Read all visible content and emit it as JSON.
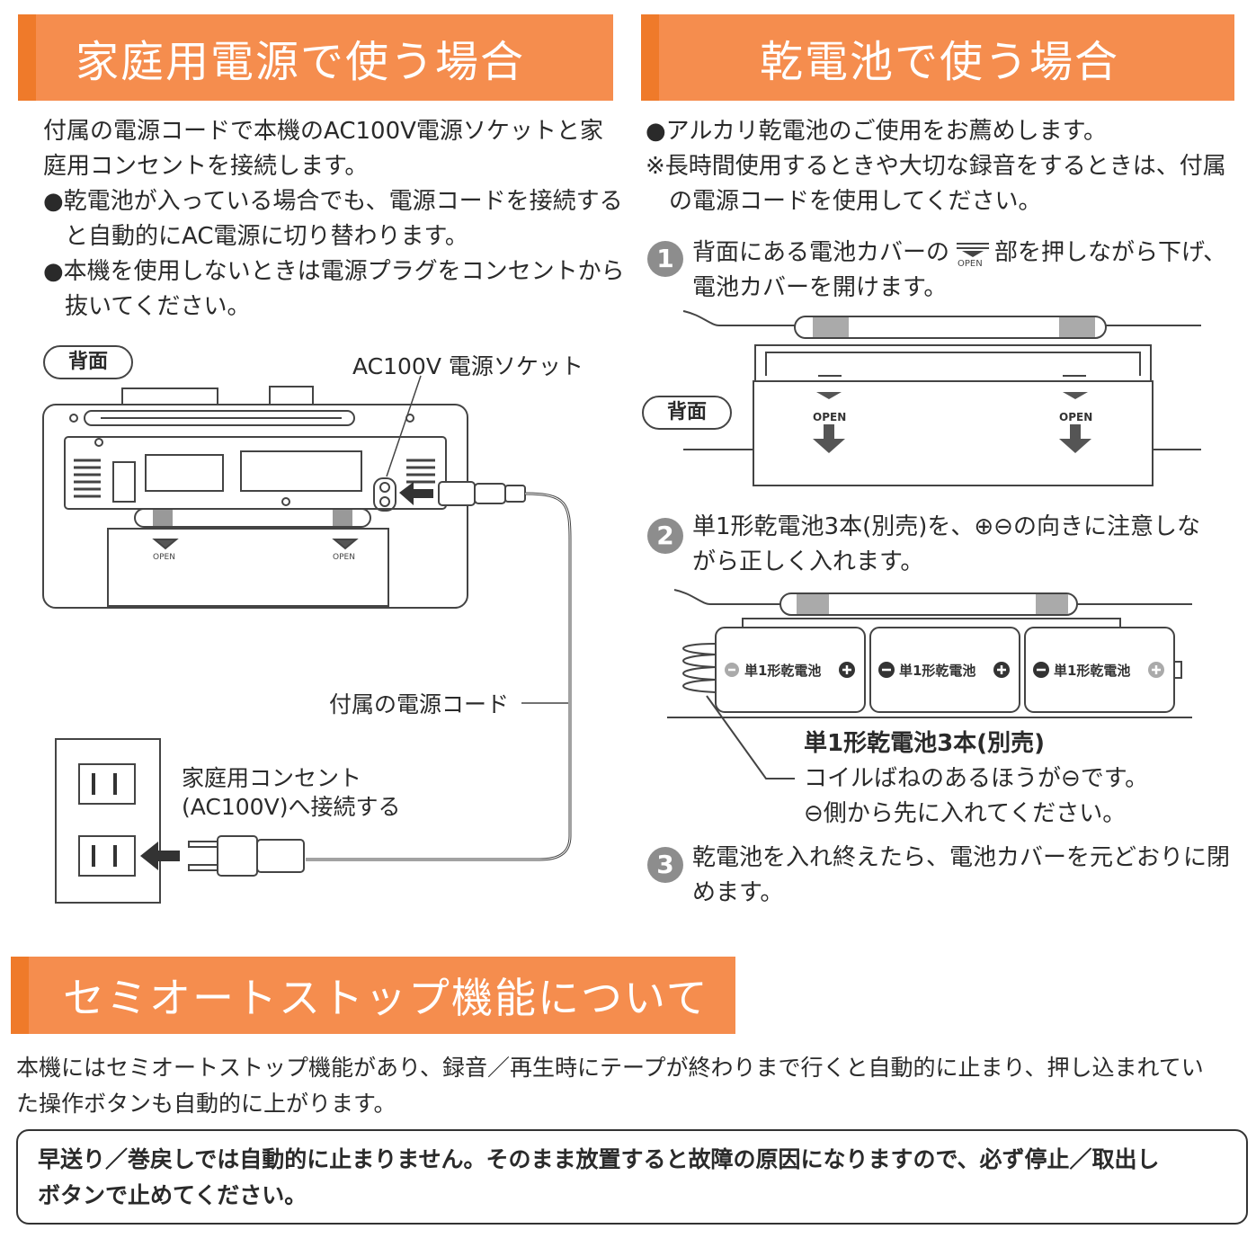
{
  "left": {
    "heading": "家庭用電源で使う場合",
    "lines": [
      "付属の電源コードで本機のAC100V電源ソケットと家",
      "庭用コンセントを接続します。",
      "●乾電池が入っている場合でも、電源コードを接続する",
      "と自動的にAC電源に切り替わります。",
      "●本機を使用しないときは電源プラグをコンセントから",
      "抜いてください。"
    ],
    "back_label": "背面",
    "socket_label": "AC100V 電源ソケット",
    "cord_label": "付属の電源コード",
    "outlet_line1": "家庭用コンセント",
    "outlet_line2": "(AC100V)へ接続する",
    "open_label": "OPEN"
  },
  "right": {
    "heading": "乾電池で使う場合",
    "line1": "●アルカリ乾電池のご使用をお薦めします。",
    "line2": "※長時間使用するときや大切な録音をするときは、付属",
    "line3": "の電源コードを使用してください。",
    "step1_num": "1",
    "step1_a": "背面にある電池カバーの",
    "step1_b": "部を押しながら下げ、",
    "step1_c": "電池カバーを開けます。",
    "back_label": "背面",
    "open_label": "OPEN",
    "step2_num": "2",
    "step2_a": "単1形乾電池3本(別売)を、⊕⊖の向きに注意しな",
    "step2_b": "がら正しく入れます。",
    "battery_label": "単1形乾電池",
    "caption1": "単1形乾電池3本(別売)",
    "caption2": "コイルばねのあるほうが⊖です。",
    "caption3": "⊖側から先に入れてください。",
    "step3_num": "3",
    "step3_a": "乾電池を入れ終えたら、電池カバーを元どおりに閉",
    "step3_b": "めます。"
  },
  "bottom": {
    "heading": "セミオートストップ機能について",
    "line1": "本機にはセミオートストップ機能があり、録音／再生時にテープが終わりまで行くと自動的に止まり、押し込まれてい",
    "line2": "た操作ボタンも自動的に上がります。",
    "note1": "早送り／巻戻しでは自動的に止まりません。そのまま放置すると故障の原因になりますので、必ず停止／取出し",
    "note2": "ボタンで止めてください。"
  },
  "colors": {
    "accent": "#f58d4e",
    "accent_dark": "#ef7a2a",
    "text": "#2a2a2a",
    "line": "#444444"
  }
}
